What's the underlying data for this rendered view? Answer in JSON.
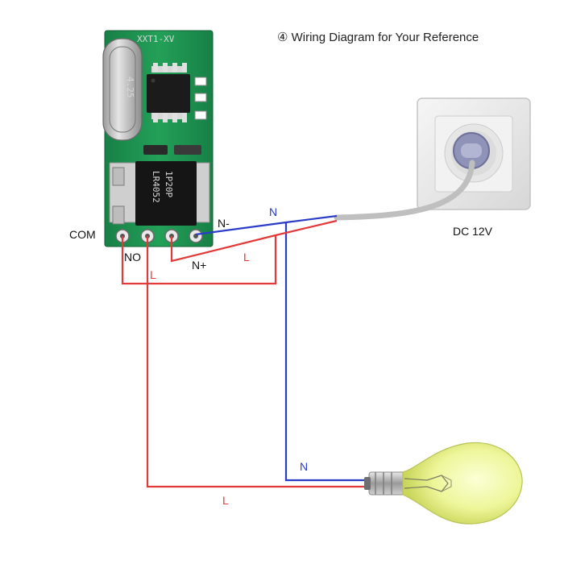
{
  "title": "④ Wiring Diagram for Your Reference",
  "power_label": "DC 12V",
  "terminals": {
    "com": "COM",
    "no": "NO",
    "n_plus": "N+",
    "n_minus": "N-"
  },
  "wire_labels": {
    "n_top": "N",
    "l_top": "L",
    "l_left": "L",
    "n_bulb": "N",
    "l_bottom": "L"
  },
  "board": {
    "top_marking": "XXT1-XV",
    "crystal_marking": "4.25",
    "regulator_marking": "LR4052",
    "regulator_marking2": "1P20P"
  },
  "colors": {
    "neutral_wire": "#2a3cc8",
    "live_wire": "#e23a3a",
    "board": "#1f8f4e",
    "bulb_glass": "#eef69a"
  }
}
